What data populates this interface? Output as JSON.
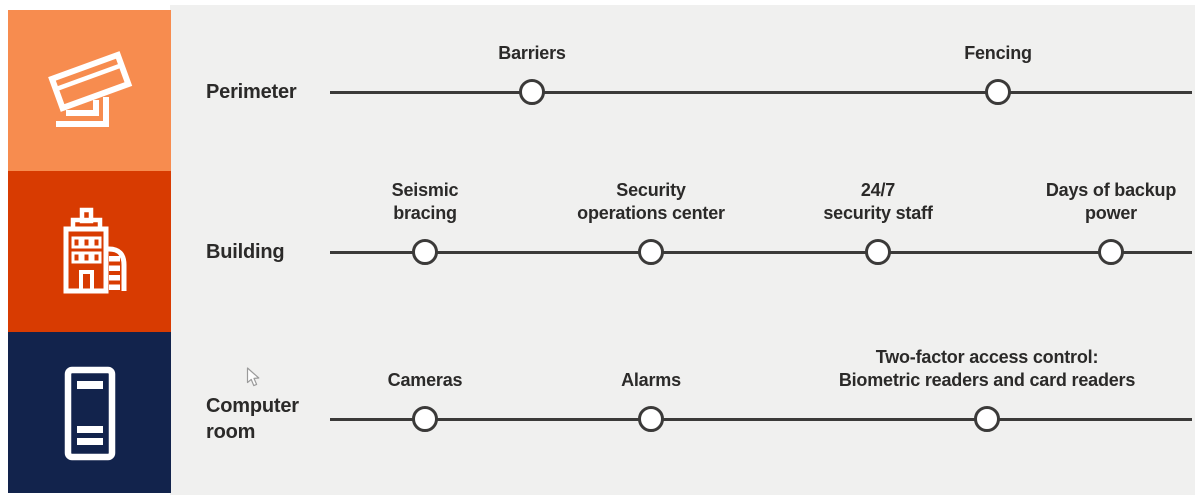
{
  "diagram": {
    "rows": [
      {
        "id": "perimeter",
        "label": "Perimeter",
        "icon": "security-camera-icon",
        "tile_color": "#f78c4f",
        "nodes": [
          {
            "label": "Barriers"
          },
          {
            "label": "Fencing"
          }
        ]
      },
      {
        "id": "building",
        "label": "Building",
        "icon": "building-icon",
        "tile_color": "#d83b01",
        "nodes": [
          {
            "label": "Seismic\nbracing"
          },
          {
            "label": "Security\noperations center"
          },
          {
            "label": "24/7\nsecurity staff"
          },
          {
            "label": "Days of backup\npower"
          }
        ]
      },
      {
        "id": "computer-room",
        "label": "Computer\nroom",
        "icon": "server-rack-icon",
        "tile_color": "#12234c",
        "nodes": [
          {
            "label": "Cameras"
          },
          {
            "label": "Alarms"
          },
          {
            "label": "Two-factor access control:\nBiometric readers and card readers"
          }
        ]
      }
    ],
    "colors": {
      "panel_background": "#f0f0ef",
      "timeline_line": "#3b3a39",
      "node_fill": "#ffffff",
      "text": "#2b2a29",
      "icon": "#ffffff"
    }
  }
}
